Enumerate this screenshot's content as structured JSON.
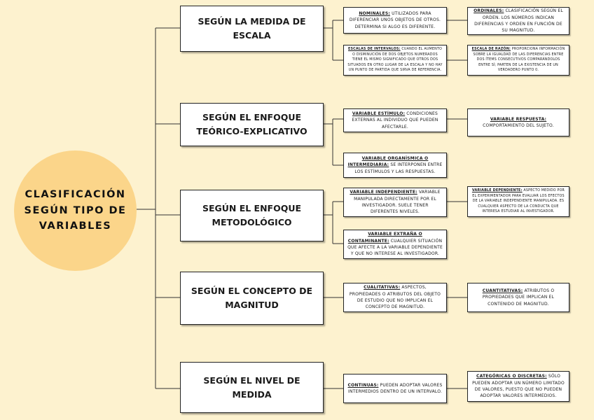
{
  "root": {
    "title": "CLASIFICACIÓN SEGÚN TIPO DE VARIABLES"
  },
  "categories": [
    {
      "title": "SEGÚN LA MEDIDA DE ESCALA"
    },
    {
      "title": "SEGÚN EL ENFOQUE TEÓRICO-EXPLICATIVO"
    },
    {
      "title": "SEGÚN EL ENFOQUE METODOLÓGICO"
    },
    {
      "title": "SEGÚN EL CONCEPTO DE MAGNITUD"
    },
    {
      "title": "SEGÚN EL NIVEL DE MEDIDA"
    }
  ],
  "nodes": {
    "nominales": {
      "term": "NOMINALES:",
      "text": " UTILIZADOS PARA DIFERENCIAR UNOS OBJETOS DE OTROS. DETERMINA SI ALGO ES DIFERENTE."
    },
    "ordinales": {
      "term": "ORDINALES:",
      "text": " CLASIFICACIÓN SEGÚN EL ORDEN. LOS NÚMEROS INDICAN DIFERENCIAS Y ORDEN EN FUNCIÓN DE SU MAGNITUD."
    },
    "intervalos": {
      "term": "ESCALAS DE INTERVALOS:",
      "text": " CUANDO EL AUMENTO O DISMINUCIÓN DE DOS OBJETOS NUMERADOS TIENE EL MISMO SIGNIFICADO QUE OTROS DOS SITUADOS EN OTRO LUGAR DE LA ESCALA Y NO HAY UN PUNTO DE PARTIDA QUE SIRVA DE REFERENCIA."
    },
    "razon": {
      "term": "ESCALA DE RAZÓN:",
      "text": " PROPORCIONA INFORMACIÓN SOBRE LA IGUALDAD DE LAS DIFERENCIAS ENTRE DOS ÍTEMS CONSECUTIVOS COMPARÁNDOLOS ENTRE SÍ; PARTEN DE LA EXISTENCIA DE UN VERDADERO PUNTO 0."
    },
    "estimulo": {
      "term": "VARIABLE ESTÍMULO:",
      "text": " CONDICIONES EXTERNAS AL INDIVIDUO QUE PUEDEN AFECTARLE."
    },
    "respuesta": {
      "term": "VARIABLE RESPUESTA:",
      "text": " COMPORTAMIENTO DEL SUJETO."
    },
    "organismica": {
      "term": "VARIABLE ORGANÍSMICA O INTERMEDIARIA:",
      "text": " SE INTERPONEN ENTRE LOS ESTÍMULOS Y LAS RESPUESTAS."
    },
    "independiente": {
      "term": "VARIABLE INDEPENDIENTE:",
      "text": " VARIABLE MANIPULADA DIRECTAMENTE POR EL INVESTIGADOR. SUELE TENER DIFERENTES NIVELES."
    },
    "dependiente": {
      "term": "VARIABLE DEPENDIENTE:",
      "text": " ASPECTO MEDIDO POR EL EXPERIMENTADOR PARA EVALUAR LOS EFECTOS DE LA VARIABLE INDEPENDIENTE MANIPULADA. ES CUALQUIER ASPECTO DE LA CONDUCTA QUE INTERESA ESTUDIAR AL INVESTIGADOR."
    },
    "extrana": {
      "term": "VARIABLE EXTRAÑA O CONTAMINANTE:",
      "text": " CUALQUIER SITUACIÓN QUE AFECTE A LA VARIABLE DEPENDIENTE Y QUE NO INTERESE AL INVESTIGADOR."
    },
    "cualitativas": {
      "term": "CUALITATIVAS:",
      "text": " ASPECTOS, PROPIEDADES O ATRIBUTOS DEL OBJETO DE ESTUDIO QUE NO IMPLICAN EL CONCEPTO DE MAGNITUD."
    },
    "cuantitativas": {
      "term": "CUANTITATIVAS:",
      "text": " ATRIBUTOS O PROPIEDADES QUE IMPLICAN EL CONTENIDO DE MAGNITUD."
    },
    "continuas": {
      "term": "CONTINUAS:",
      "text": " PUEDEN ADOPTAR VALORES INTERMEDIOS DENTRO DE UN INTERVALO."
    },
    "discretas": {
      "term": "CATEGÓRICAS O DISCRETAS:",
      "text": " SÓLO PUEDEN ADOPTAR UN NÚMERO LIMITADO DE VALORES, PUESTO QUE NO PUEDEN ADOPTAR VALORES INTERMEDIOS."
    }
  }
}
